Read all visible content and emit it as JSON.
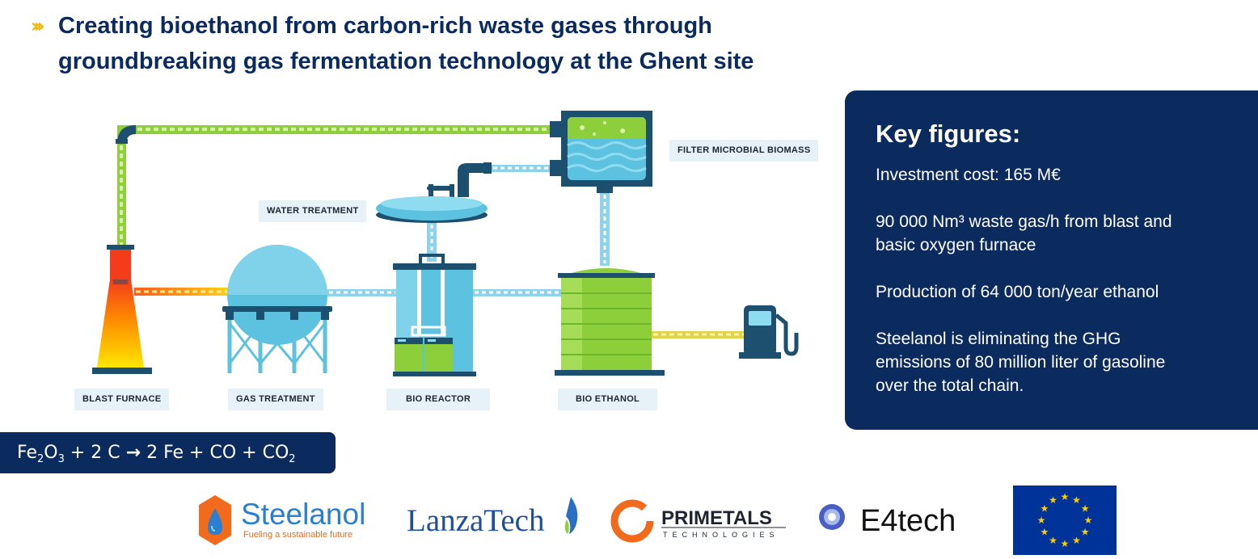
{
  "title": {
    "line1": "Creating bioethanol from carbon-rich waste gases through",
    "line2": "groundbreaking gas fermentation technology at the Ghent site"
  },
  "labels": {
    "filter_microbial_biomass": "FILTER MICROBIAL BIOMASS",
    "water_treatment": "WATER TREATMENT",
    "blast_furnace": "BLAST FURNACE",
    "gas_treatment": "GAS TREATMENT",
    "bio_reactor": "BIO REACTOR",
    "bio_ethanol": "BIO ETHANOL"
  },
  "formula": {
    "fe": "Fe",
    "s2": "2",
    "o": "O",
    "s3": "3",
    "plus_2c": " + 2 C ",
    "arrow": "→",
    "rhs": " 2 Fe + CO + CO",
    "co2_sub": "2"
  },
  "key_figures": {
    "heading": "Key figures:",
    "investment": "Investment cost: 165 M€",
    "waste_gas_line1": "90 000 Nm³ waste gas/h from blast and",
    "waste_gas_line2": "basic oxygen  furnace",
    "production": "Production of  64 000 ton/year ethanol",
    "ghg_line1": "Steelanol is eliminating the GHG",
    "ghg_line2": "emissions of 80 million liter of gasoline",
    "ghg_line3": "over the total chain."
  },
  "logos": {
    "steelanol_name": "Steelanol",
    "steelanol_tagline": "Fueling a sustainable future",
    "lanzatech": "LanzaTech",
    "primetals": "PRIMETALS",
    "primetals_sub": "TECHNOLOGIES",
    "e4tech": "E4tech"
  },
  "colors": {
    "navy": "#0b2a5e",
    "accent_yellow": "#f2b600",
    "pipe_green": "#8fcf3c",
    "pipe_blue": "#8fd3ea",
    "tank_blue": "#5cc2e0",
    "tank_green": "#8ccf3a",
    "steelanol_orange": "#f26a1b",
    "eu_blue": "#003399"
  }
}
